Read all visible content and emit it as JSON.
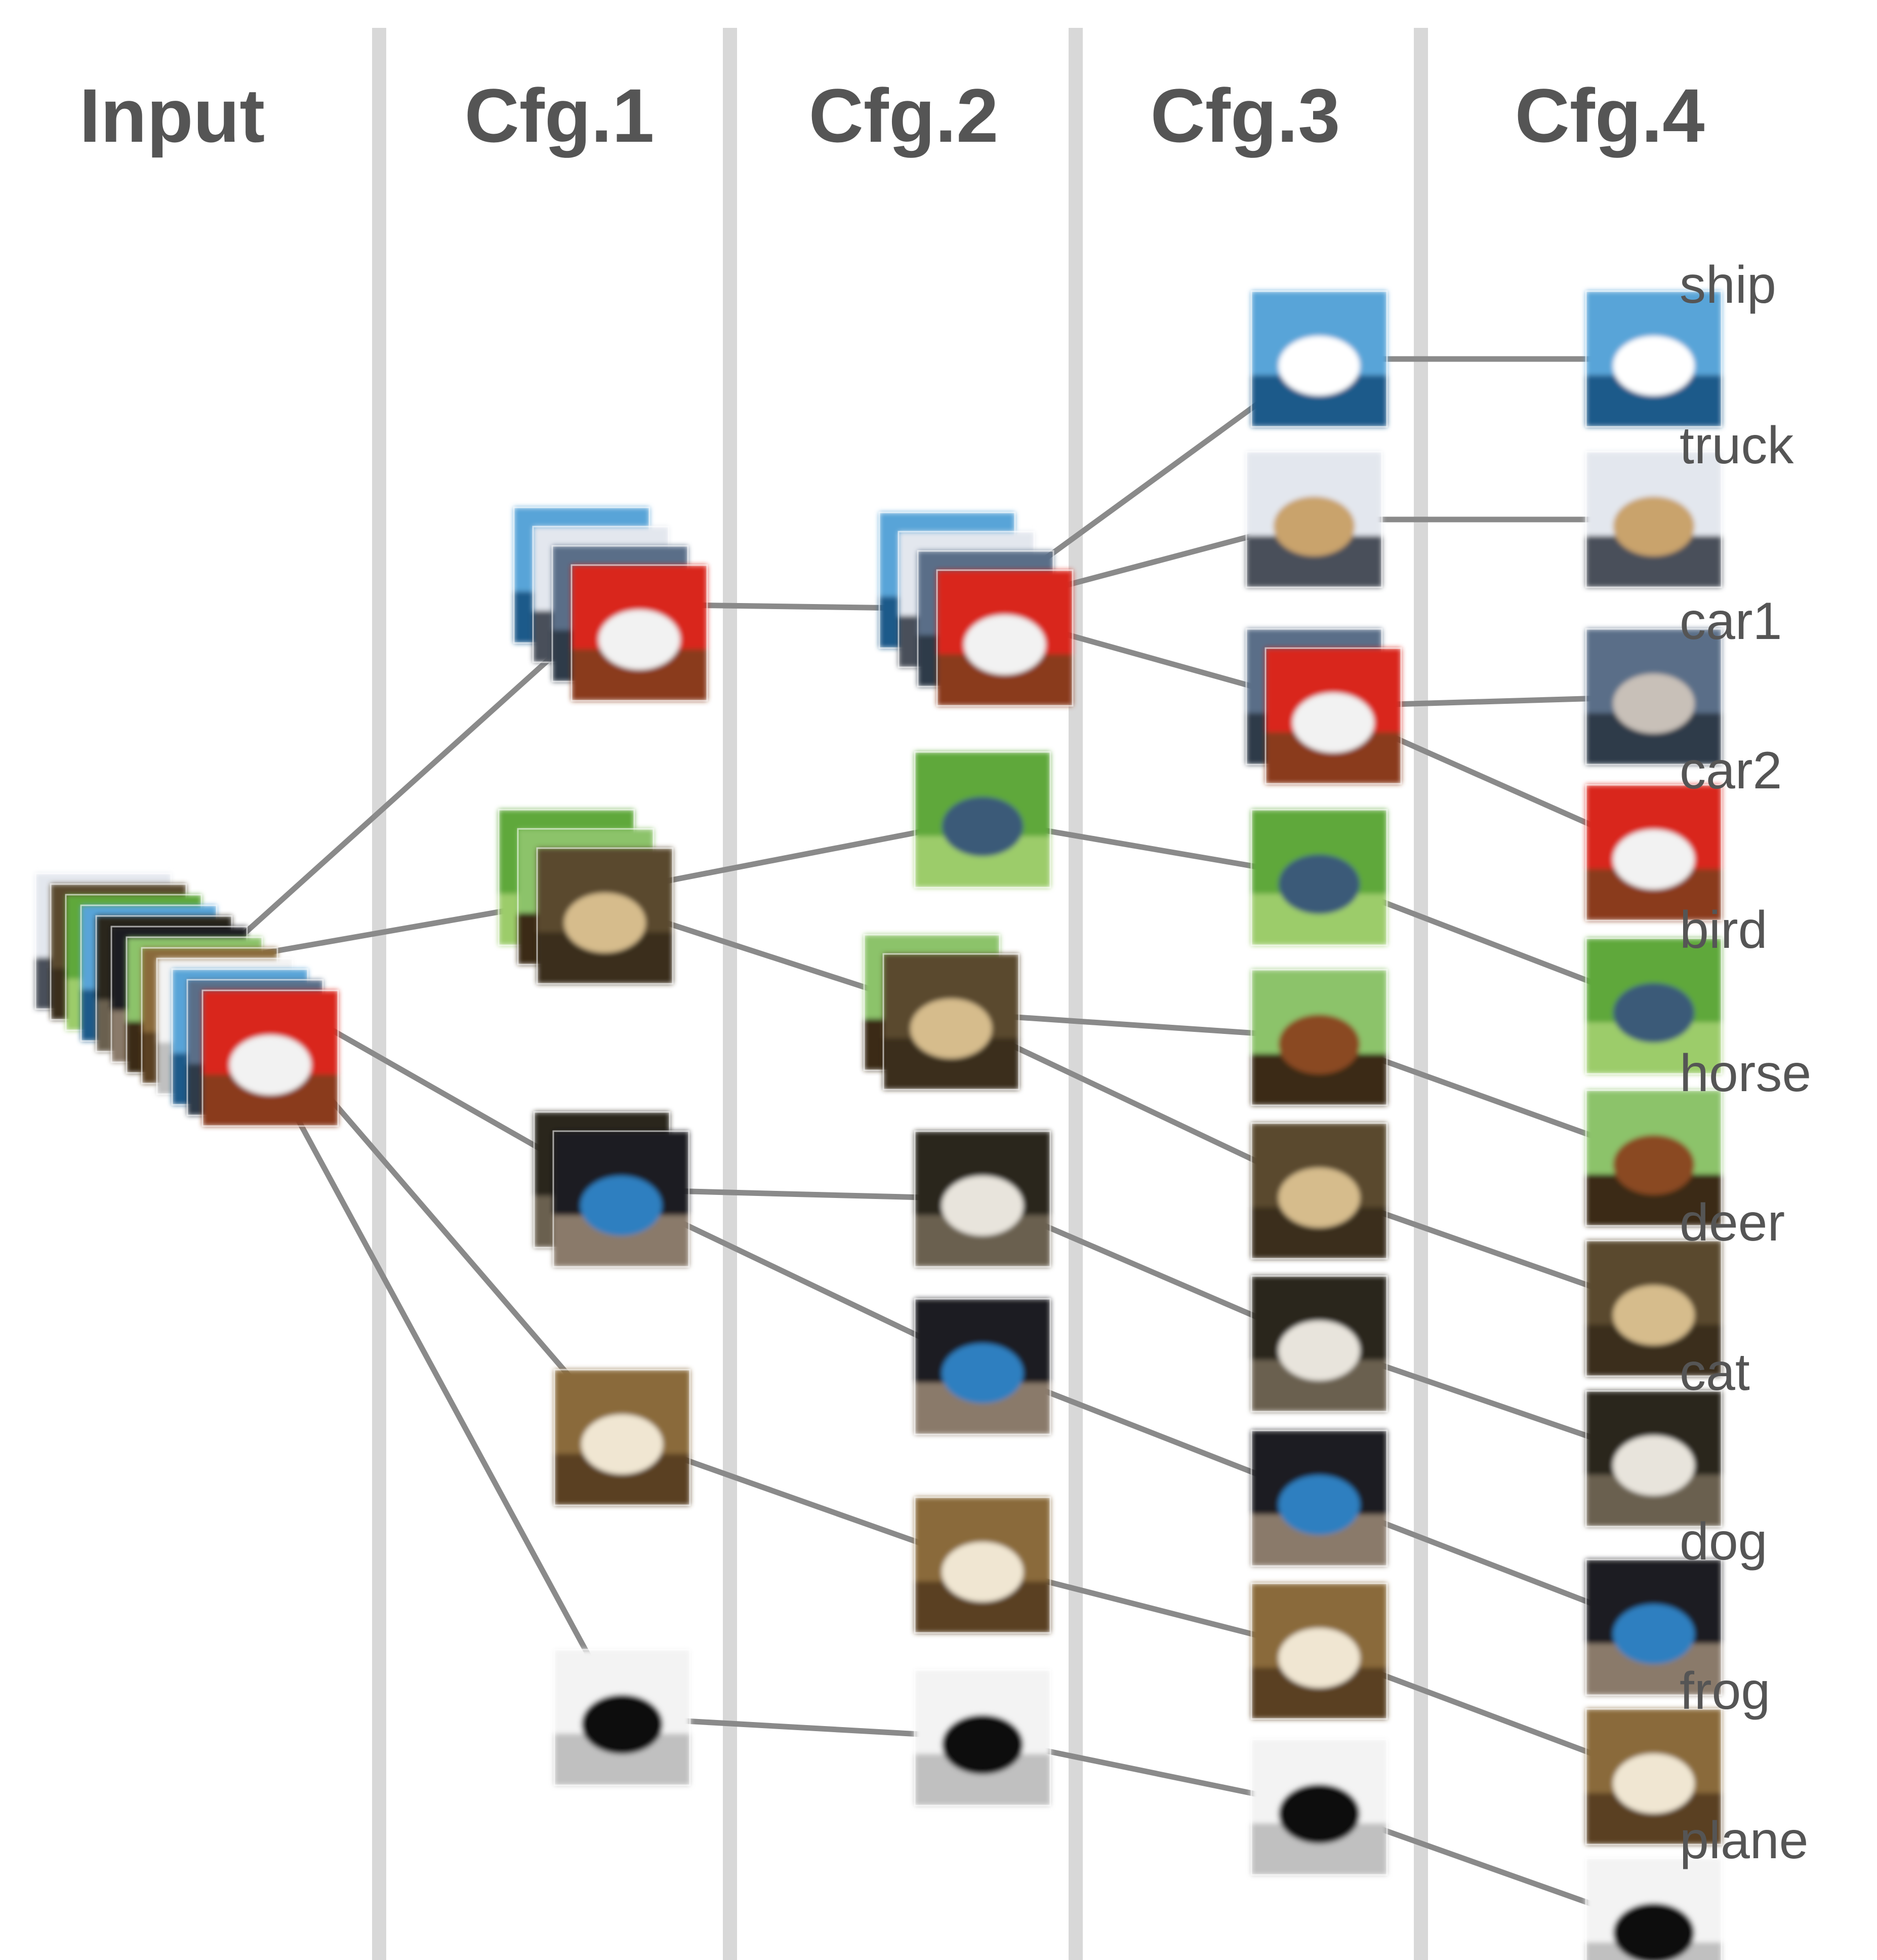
{
  "headers": {
    "input": "Input",
    "cfg1": "Cfg.1",
    "cfg2": "Cfg.2",
    "cfg3": "Cfg.3",
    "cfg4": "Cfg.4"
  },
  "classes": {
    "ship": {
      "label": "ship",
      "colors": [
        "#58a4d8",
        "#ffffff",
        "#1d5a8a"
      ]
    },
    "truck": {
      "label": "truck",
      "colors": [
        "#e3e7ee",
        "#c9a36c",
        "#4a4f5a"
      ]
    },
    "car1": {
      "label": "car1",
      "colors": [
        "#5a6e88",
        "#c8c0b8",
        "#2d3a4a"
      ]
    },
    "car2": {
      "label": "car2",
      "colors": [
        "#d9281a",
        "#f2f2f2",
        "#8a3a1a"
      ]
    },
    "bird": {
      "label": "bird",
      "colors": [
        "#5fa83a",
        "#3a5a78",
        "#9ccc6a"
      ]
    },
    "horse": {
      "label": "horse",
      "colors": [
        "#8cc36a",
        "#8a4a22",
        "#3a2a18"
      ]
    },
    "deer": {
      "label": "deer",
      "colors": [
        "#5a4a2e",
        "#d6bc8c",
        "#3a2f1c"
      ]
    },
    "cat": {
      "label": "cat",
      "colors": [
        "#2a261f",
        "#e8e4dc",
        "#6a6150"
      ]
    },
    "dog": {
      "label": "dog",
      "colors": [
        "#1f1f24",
        "#2f7fc0",
        "#8a7a6a"
      ]
    },
    "frog": {
      "label": "frog",
      "colors": [
        "#8a6a3a",
        "#f0e6d2",
        "#5a4020"
      ]
    },
    "plane": {
      "label": "plane",
      "colors": [
        "#f3f3f3",
        "#111111",
        "#c0c0c0"
      ]
    }
  },
  "input_stack": [
    "truck",
    "deer",
    "bird",
    "ship",
    "cat",
    "dog",
    "horse",
    "frog",
    "plane",
    "ship",
    "car1",
    "car2"
  ],
  "clusters": {
    "c1a": [
      "ship",
      "truck",
      "car1",
      "car2"
    ],
    "c1b": [
      "bird",
      "horse",
      "deer"
    ],
    "c1c": [
      "cat",
      "dog"
    ],
    "c1d": [
      "frog"
    ],
    "c1e": [
      "plane"
    ],
    "c2a": [
      "ship",
      "truck",
      "car1",
      "car2"
    ],
    "c2b": [
      "bird"
    ],
    "c2c": [
      "horse",
      "deer"
    ],
    "c2d": [
      "cat"
    ],
    "c2e": [
      "dog"
    ],
    "c2f": [
      "frog"
    ],
    "c2g": [
      "plane"
    ],
    "c3a": [
      "ship"
    ],
    "c3b": [
      "truck"
    ],
    "c3c": [
      "car1",
      "car2"
    ],
    "c3d": [
      "bird"
    ],
    "c3e": [
      "horse"
    ],
    "c3f": [
      "deer"
    ],
    "c3g": [
      "cat"
    ],
    "c3h": [
      "dog"
    ],
    "c3i": [
      "frog"
    ],
    "c3j": [
      "plane"
    ],
    "c4a": [
      "ship"
    ],
    "c4b": [
      "truck"
    ],
    "c4c": [
      "car1"
    ],
    "c4d": [
      "car2"
    ],
    "c4e": [
      "bird"
    ],
    "c4f": [
      "horse"
    ],
    "c4g": [
      "deer"
    ],
    "c4h": [
      "cat"
    ],
    "c4i": [
      "dog"
    ],
    "c4j": [
      "frog"
    ],
    "c4k": [
      "plane"
    ]
  },
  "edges": [
    [
      "input",
      "c1a"
    ],
    [
      "input",
      "c1b"
    ],
    [
      "input",
      "c1c"
    ],
    [
      "input",
      "c1d"
    ],
    [
      "input",
      "c1e"
    ],
    [
      "c1a",
      "c2a"
    ],
    [
      "c1b",
      "c2b"
    ],
    [
      "c1b",
      "c2c"
    ],
    [
      "c1c",
      "c2d"
    ],
    [
      "c1c",
      "c2e"
    ],
    [
      "c1d",
      "c2f"
    ],
    [
      "c1e",
      "c2g"
    ],
    [
      "c2a",
      "c3a"
    ],
    [
      "c2a",
      "c3b"
    ],
    [
      "c2a",
      "c3c"
    ],
    [
      "c2b",
      "c3d"
    ],
    [
      "c2c",
      "c3e"
    ],
    [
      "c2c",
      "c3f"
    ],
    [
      "c2d",
      "c3g"
    ],
    [
      "c2e",
      "c3h"
    ],
    [
      "c2f",
      "c3i"
    ],
    [
      "c2g",
      "c3j"
    ],
    [
      "c3a",
      "c4a"
    ],
    [
      "c3b",
      "c4b"
    ],
    [
      "c3c",
      "c4c"
    ],
    [
      "c3c",
      "c4d"
    ],
    [
      "c3d",
      "c4e"
    ],
    [
      "c3e",
      "c4f"
    ],
    [
      "c3f",
      "c4g"
    ],
    [
      "c3g",
      "c4h"
    ],
    [
      "c3h",
      "c4i"
    ],
    [
      "c3i",
      "c4j"
    ],
    [
      "c3j",
      "c4k"
    ]
  ],
  "colors": {
    "edge": "#8a8a8a",
    "divider": "#d8d8d8",
    "text": "#555555"
  }
}
